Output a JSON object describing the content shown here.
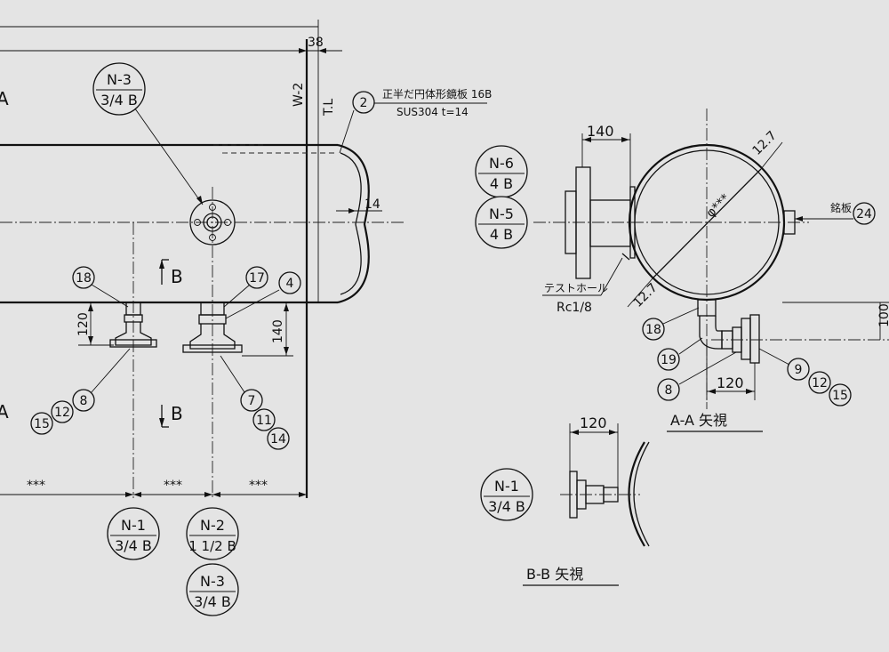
{
  "dimensions": {
    "d38": "38",
    "w2": "W-2",
    "tl": "T.L",
    "d120_left": "120",
    "d140_left": "140",
    "d14": "14",
    "stars1": "***",
    "stars2": "***",
    "stars3": "***",
    "d140_top": "140",
    "d127_a": "12.7",
    "d127_b": "12.7",
    "dia": "φ***",
    "d120_aa": "120",
    "d100": "100",
    "d120_bb": "120"
  },
  "notes": {
    "head_line1": "正半だ円体形鏡板 16B",
    "head_line2": "SUS304 t=14",
    "nameplate": "銘板",
    "testhole_line1": "テストホール",
    "testhole_line2": "Rc1/8"
  },
  "section_marks": {
    "a_top": "A",
    "a_bottom": "A",
    "b_top": "B",
    "b_bottom": "B"
  },
  "views": {
    "aa_title": "A-A  矢視",
    "bb_title": "B-B  矢視"
  },
  "nozzles": [
    {
      "tag": "N-3",
      "size": "3/4 B"
    },
    {
      "tag": "N-6",
      "size": "4 B"
    },
    {
      "tag": "N-5",
      "size": "4 B"
    },
    {
      "tag": "N-1",
      "size": "3/4 B"
    },
    {
      "tag": "N-2",
      "size": "1 1/2 B"
    },
    {
      "tag": "N-3",
      "size": "3/4 B"
    },
    {
      "tag": "N-1",
      "size": "3/4 B"
    }
  ],
  "balloons": [
    "18",
    "17",
    "4",
    "2",
    "8",
    "12",
    "15",
    "7",
    "11",
    "14",
    "24",
    "18",
    "19",
    "8",
    "9",
    "12",
    "15"
  ]
}
